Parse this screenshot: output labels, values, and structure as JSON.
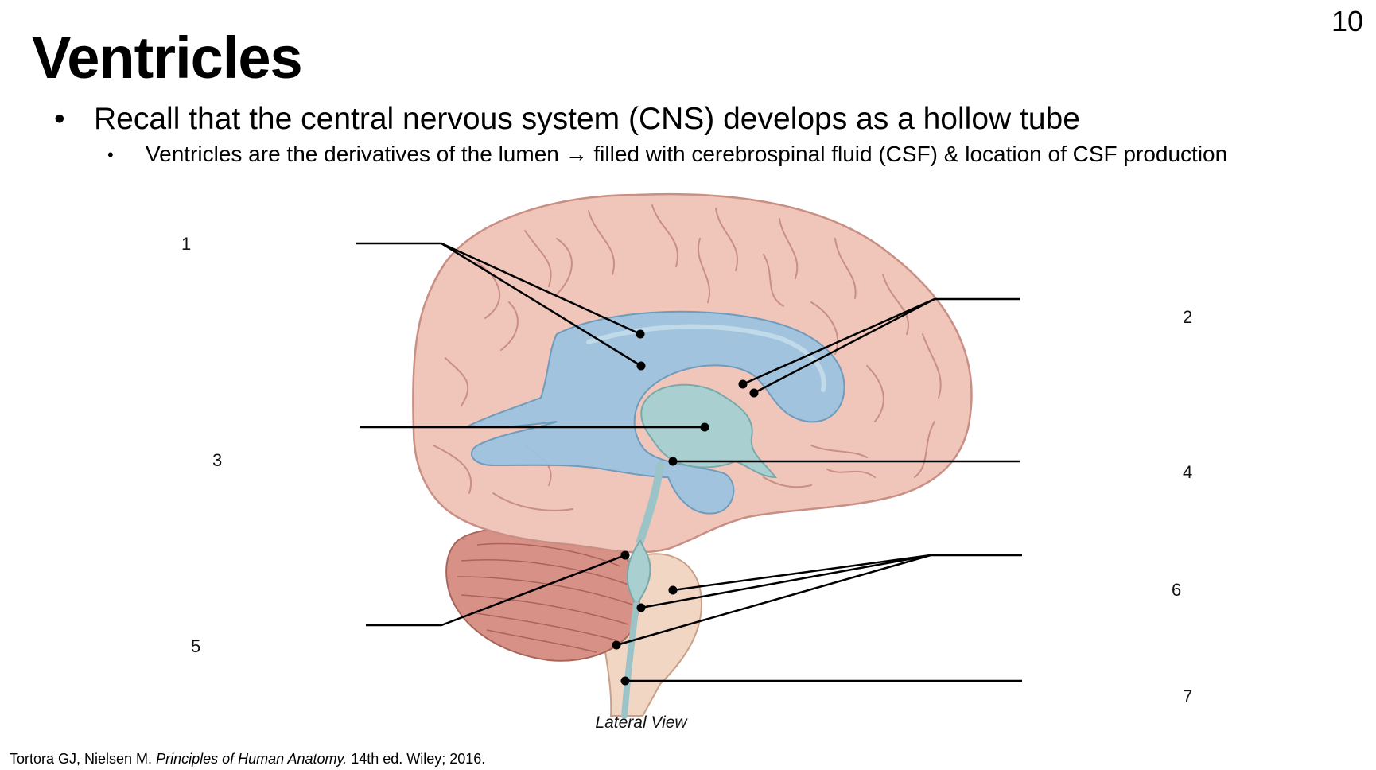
{
  "slide_number": "10",
  "title": "Ventricles",
  "bullets": {
    "level1": "Recall that the central nervous system (CNS) develops as a hollow tube",
    "level2": "Ventricles are the derivatives of the lumen → filled with cerebrospinal fluid (CSF) & location of CSF production"
  },
  "diagram": {
    "labels": [
      "1",
      "2",
      "3",
      "4",
      "5",
      "6",
      "7"
    ],
    "caption": "Lateral View"
  },
  "citation": {
    "authors": "Tortora GJ, Nielsen M.",
    "book": "Principles of Human Anatomy.",
    "edition": "14th ed. Wiley; 2016."
  },
  "colors": {
    "brain": "#f0c6bb",
    "brain_outline": "#c98f84",
    "ventricle": "#9cc3de",
    "third_ventricle": "#a9cfd0",
    "cerebellum": "#d89186",
    "brainstem": "#f2d6c4"
  }
}
